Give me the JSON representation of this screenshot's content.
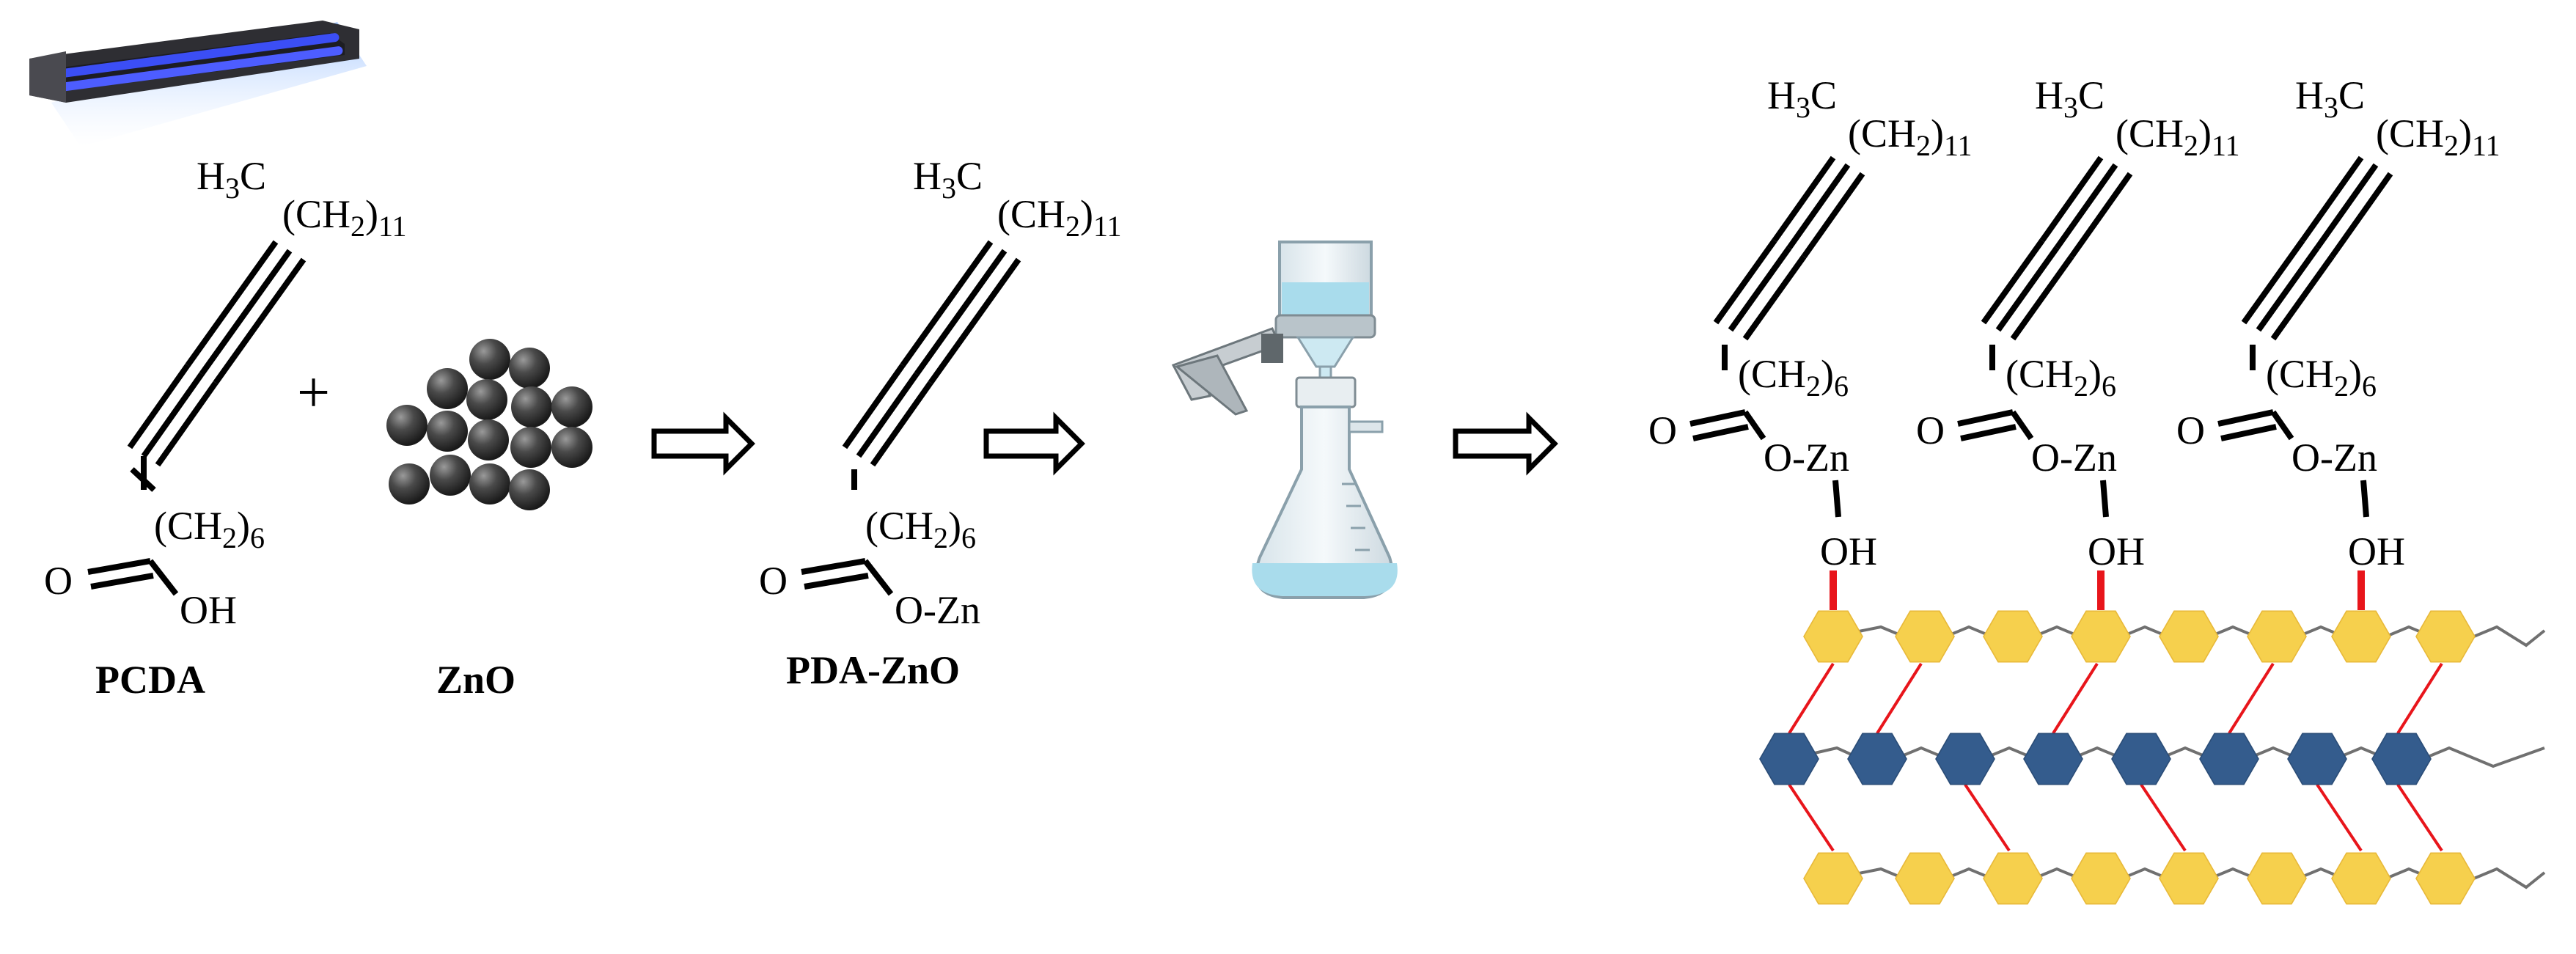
{
  "colors": {
    "yellow_hex": "#f6d04d",
    "blue_hex": "#345c8d",
    "red_bond": "#e8151b",
    "uv_glow": "#3b4ef5",
    "flask_liquid": "#a9dcec"
  },
  "icons": {
    "uv_lamp": "uv-lamp-icon",
    "zno_particles": "zno-nanoparticles-icon",
    "filtration": "vacuum-filtration-flask-icon"
  },
  "pcda": {
    "h3c": "H",
    "h3c_sub": "3",
    "h3c_c": "C",
    "ch2_11": "(CH",
    "ch2_11_sub": "2",
    "ch2_11_close": ")",
    "ch2_11_n": "11",
    "ch2_6": "(CH",
    "ch2_6_sub": "2",
    "ch2_6_close": ")",
    "ch2_6_n": "6",
    "o": "O",
    "oh": "OH",
    "label": "PCDA"
  },
  "plus": "+",
  "zno": {
    "label": "ZnO"
  },
  "pda_zno": {
    "h3c": "H",
    "h3c_sub": "3",
    "h3c_c": "C",
    "ch2_11": "(CH",
    "ch2_11_sub": "2",
    "ch2_11_close": ")",
    "ch2_11_n": "11",
    "ch2_6": "(CH",
    "ch2_6_sub": "2",
    "ch2_6_close": ")",
    "ch2_6_n": "6",
    "o": "O",
    "ozn": "O-Zn",
    "label": "PDA-ZnO"
  },
  "assembled": {
    "h3c": "H",
    "h3c_sub": "3",
    "h3c_c": "C",
    "ch2_11": "(CH",
    "ch2_11_sub": "2",
    "ch2_11_close": ")",
    "ch2_11_n": "11",
    "ch2_6": "(CH",
    "ch2_6_sub": "2",
    "ch2_6_close": ")",
    "ch2_6_n": "6",
    "o": "O",
    "ozn": "O-Zn",
    "oh": "OH"
  }
}
